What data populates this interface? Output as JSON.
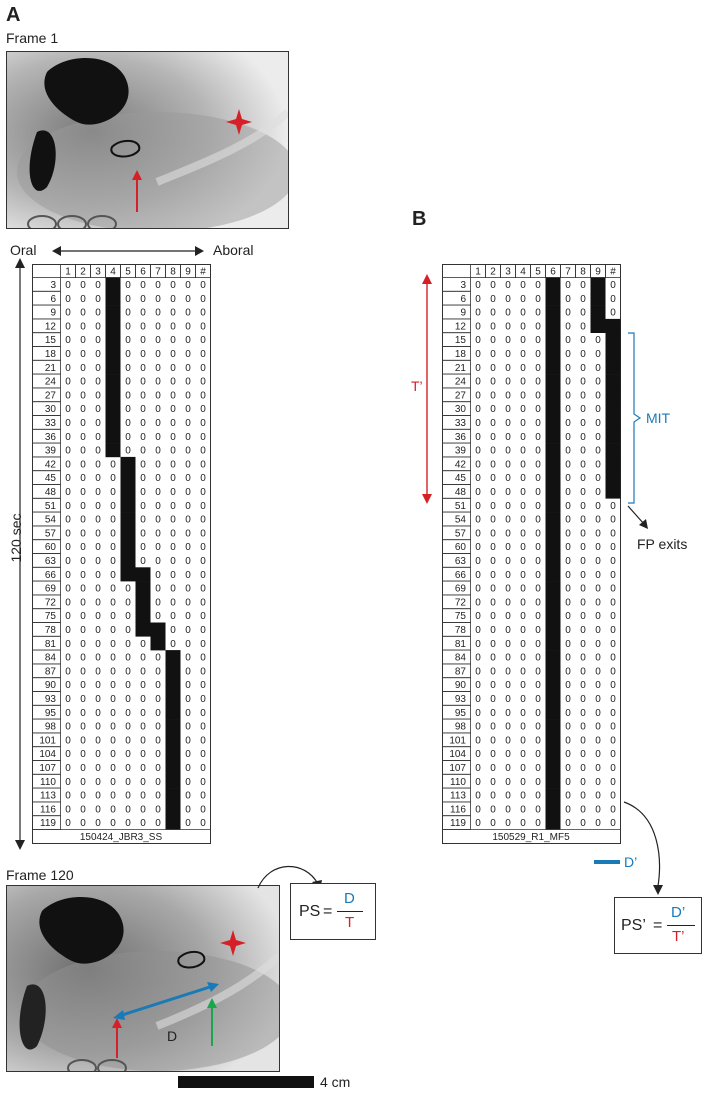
{
  "panel_a": {
    "letter": "A",
    "frame1_label": "Frame 1",
    "frame120_label": "Frame 120",
    "oral_label": "Oral",
    "aboral_label": "Aboral",
    "time_axis_label": "120 sec",
    "d_label": "D",
    "scale_label": "4 cm",
    "formula": {
      "lhs": "PS",
      "eq": "=",
      "num": "D",
      "den": "T"
    },
    "grid": {
      "columns": [
        "1",
        "2",
        "3",
        "4",
        "5",
        "6",
        "7",
        "8",
        "9",
        "#"
      ],
      "rows": [
        "3",
        "6",
        "9",
        "12",
        "15",
        "18",
        "21",
        "24",
        "27",
        "30",
        "33",
        "36",
        "39",
        "42",
        "45",
        "48",
        "51",
        "54",
        "57",
        "60",
        "63",
        "66",
        "69",
        "72",
        "75",
        "78",
        "81",
        "84",
        "87",
        "90",
        "93",
        "95",
        "98",
        "101",
        "104",
        "107",
        "110",
        "113",
        "116",
        "119"
      ],
      "black_col_start_by_row": [
        4,
        4,
        4,
        4,
        4,
        4,
        4,
        4,
        4,
        4,
        4,
        4,
        4,
        5,
        5,
        5,
        5,
        5,
        5,
        5,
        5,
        5,
        6,
        6,
        6,
        6,
        7,
        8,
        8,
        8,
        8,
        8,
        8,
        8,
        8,
        8,
        8,
        8,
        8,
        8
      ],
      "black_col_end_by_row": [
        4,
        4,
        4,
        4,
        4,
        4,
        4,
        4,
        4,
        4,
        4,
        4,
        4,
        5,
        5,
        5,
        5,
        5,
        5,
        5,
        5,
        6,
        6,
        6,
        6,
        7,
        7,
        8,
        8,
        8,
        8,
        8,
        8,
        8,
        8,
        8,
        8,
        8,
        8,
        8
      ],
      "caption": "150424_JBR3_SS"
    }
  },
  "panel_b": {
    "letter": "B",
    "t_label": "T’",
    "mit_label": "MIT",
    "fp_exits_label": "FP exits",
    "d_label": "D’",
    "formula": {
      "lhs": "PS’",
      "eq": "=",
      "num": "D’",
      "den": "T’"
    },
    "grid": {
      "columns": [
        "1",
        "2",
        "3",
        "4",
        "5",
        "6",
        "7",
        "8",
        "9",
        "#"
      ],
      "rows": [
        "3",
        "6",
        "9",
        "12",
        "15",
        "18",
        "21",
        "24",
        "27",
        "30",
        "33",
        "36",
        "39",
        "42",
        "45",
        "48",
        "51",
        "54",
        "57",
        "60",
        "63",
        "66",
        "69",
        "72",
        "75",
        "78",
        "81",
        "84",
        "87",
        "90",
        "93",
        "95",
        "98",
        "101",
        "104",
        "107",
        "110",
        "113",
        "116",
        "119"
      ],
      "caption": "150529_R1_MF5"
    }
  },
  "colors": {
    "red": "#d62028",
    "blue": "#1a7ab8",
    "green": "#1aa64a",
    "black": "#111111"
  }
}
